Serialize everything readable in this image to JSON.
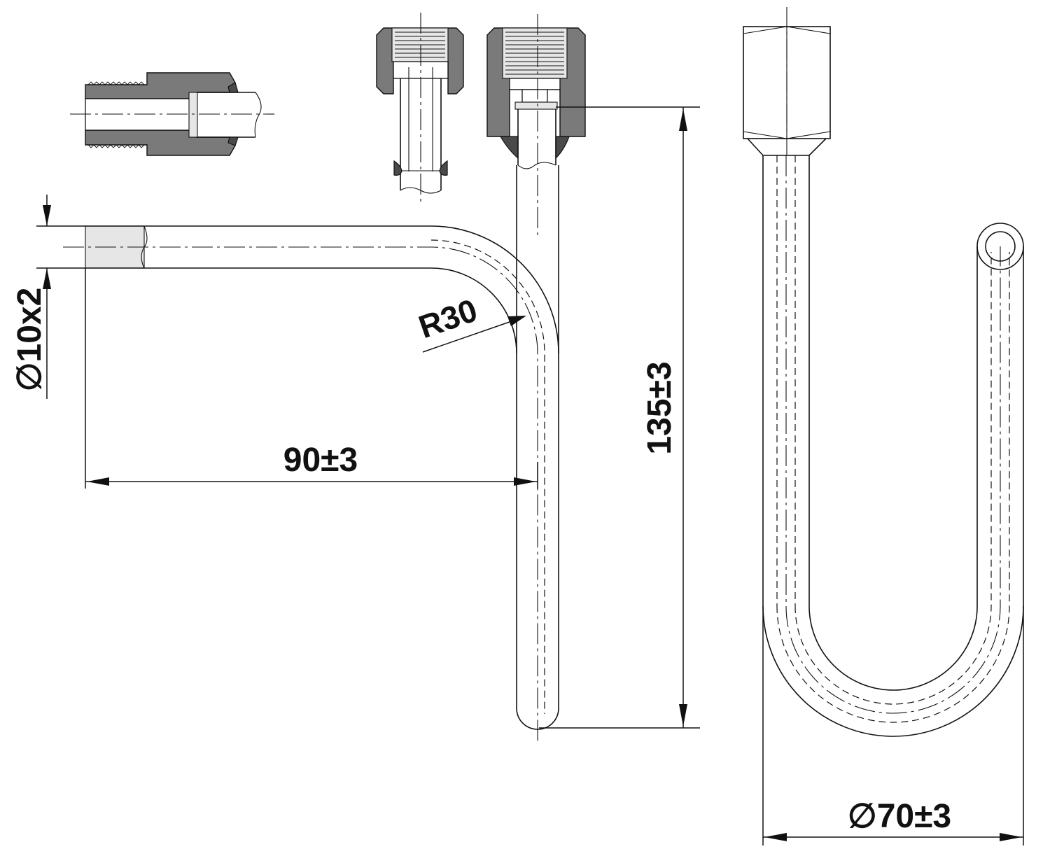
{
  "dimensions": {
    "tube_size": "∅10x2",
    "bend_radius": "R30",
    "horizontal_length": "90±3",
    "vertical_length": "135±3",
    "loop_diameter": "∅70±3"
  },
  "colors": {
    "line": "#111111",
    "section_fill": "#7a7a7a",
    "weld_fill": "#4a4a4a",
    "background": "#ffffff"
  }
}
